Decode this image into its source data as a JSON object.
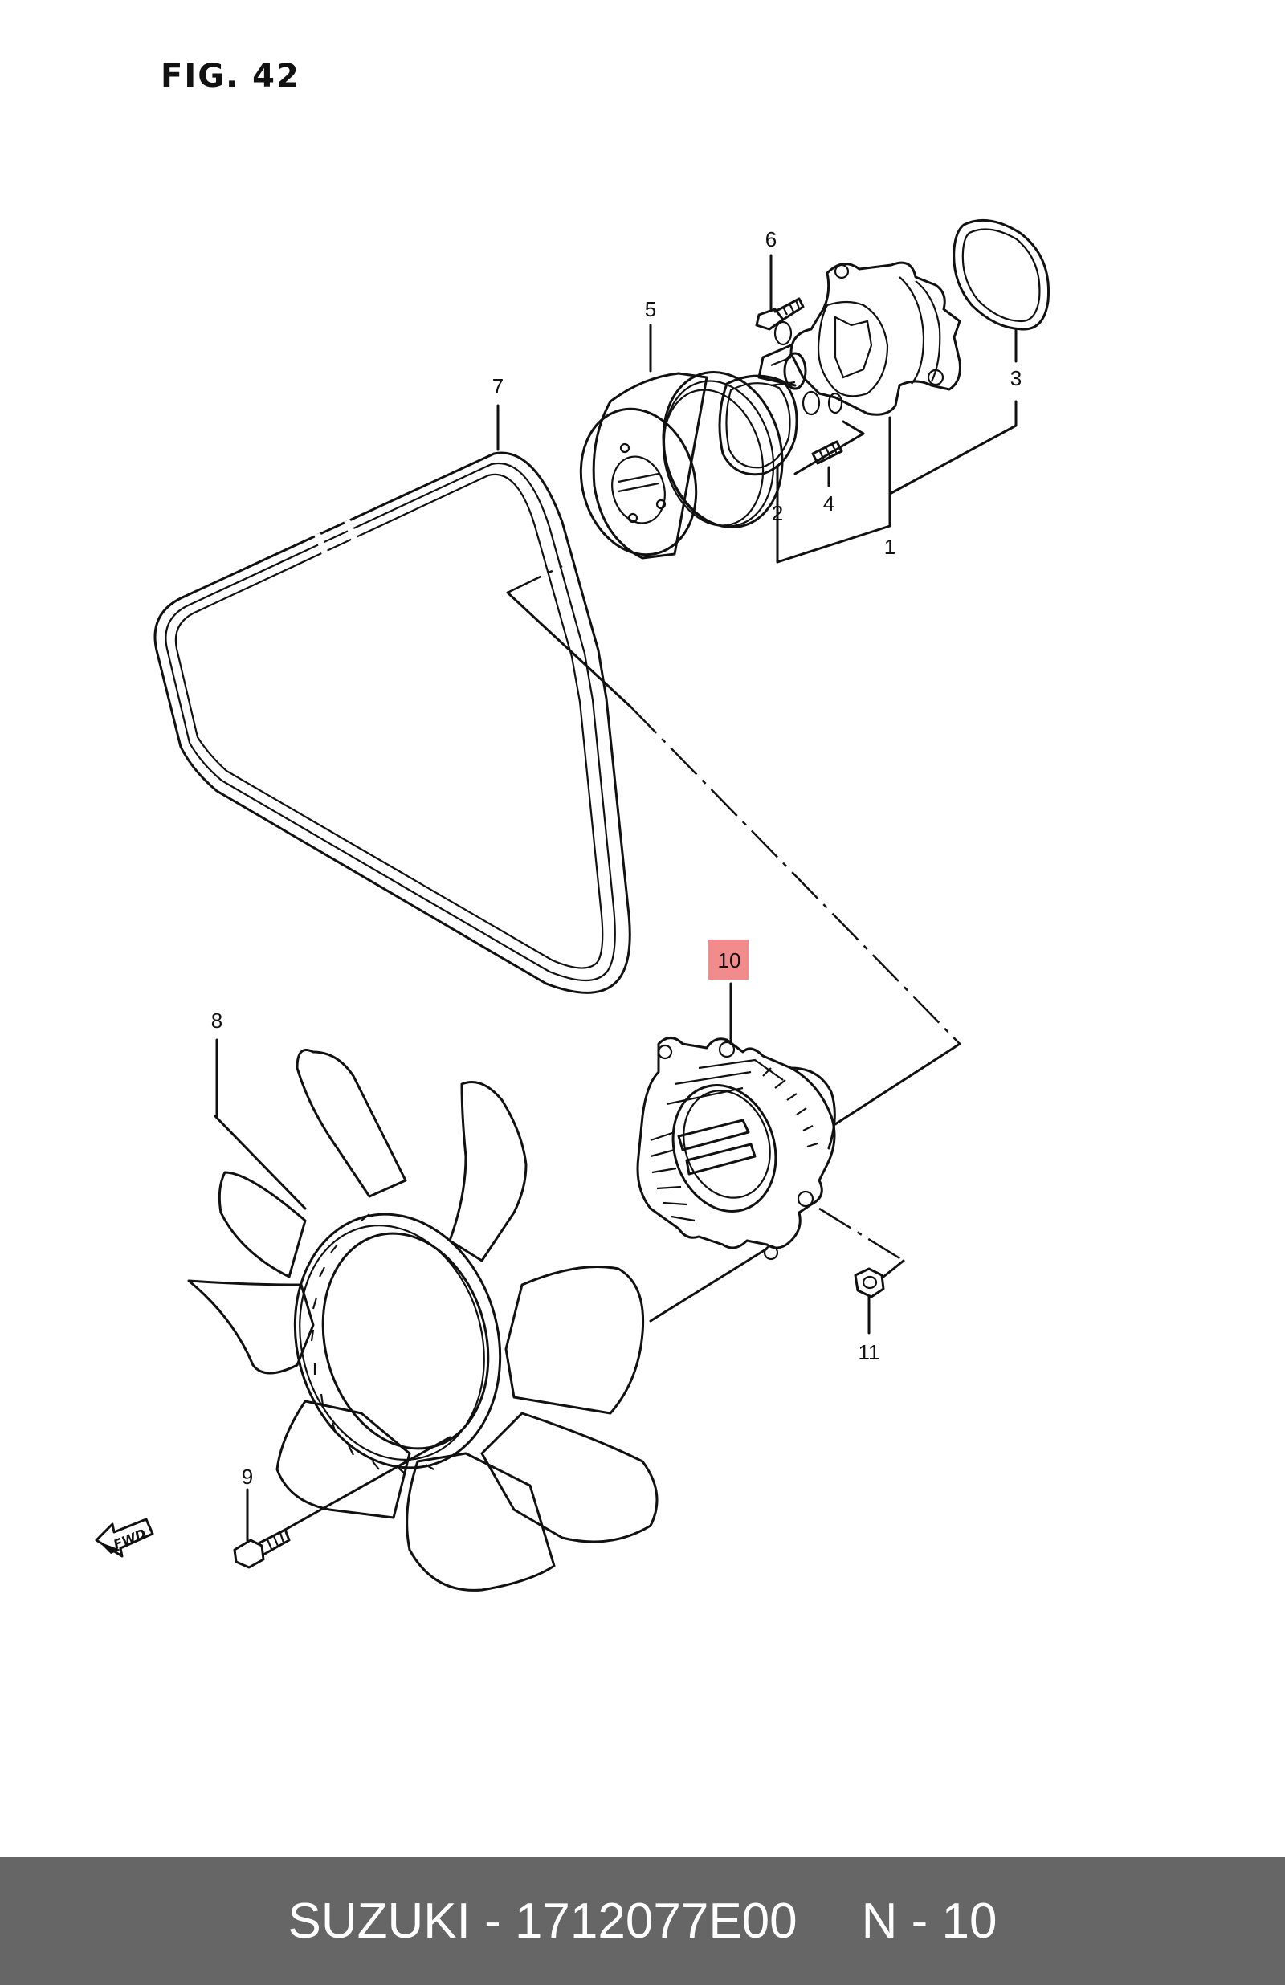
{
  "figure": {
    "title": "FIG. 42"
  },
  "callouts": [
    {
      "id": "1",
      "label": "1"
    },
    {
      "id": "2",
      "label": "2"
    },
    {
      "id": "3",
      "label": "3"
    },
    {
      "id": "4",
      "label": "4"
    },
    {
      "id": "5",
      "label": "5"
    },
    {
      "id": "6",
      "label": "6"
    },
    {
      "id": "7",
      "label": "7"
    },
    {
      "id": "8",
      "label": "8"
    },
    {
      "id": "9",
      "label": "9"
    },
    {
      "id": "10",
      "label": "10",
      "highlighted": true
    },
    {
      "id": "11",
      "label": "11"
    }
  ],
  "fwd_marker": {
    "label": "FWD"
  },
  "footer": {
    "part_text": "SUZUKI - 1712077E00",
    "position_text": "N - 10"
  },
  "colors": {
    "highlight": "#f28b8b",
    "footer_bg": "#666666",
    "footer_text": "#ffffff"
  }
}
